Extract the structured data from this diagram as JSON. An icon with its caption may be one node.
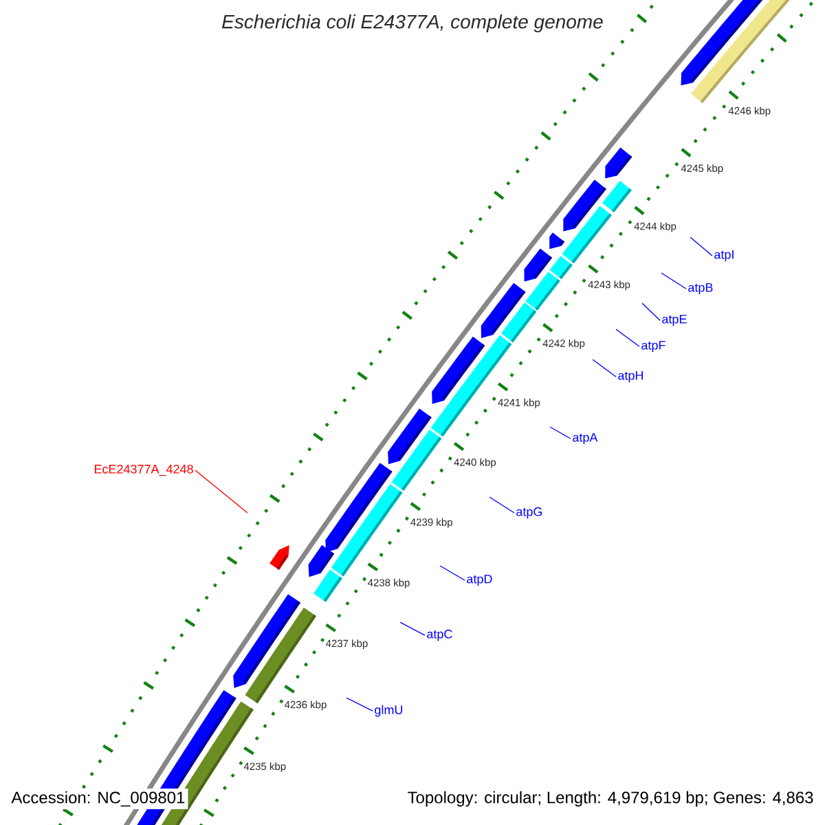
{
  "diagram": {
    "title": "Escherichia coli E24377A, complete genome",
    "nodes": [
      {
        "text": [
          "atpI"
        ]
      },
      {
        "text": [
          "atpB"
        ]
      },
      {
        "text": [
          "atpE"
        ]
      },
      {
        "text": [
          "atpF"
        ]
      },
      {
        "text": [
          "atpH"
        ]
      },
      {
        "text": [
          "atpA"
        ]
      },
      {
        "text": [
          "EcE24377A_4248"
        ]
      },
      {
        "text": [
          "atpG"
        ]
      },
      {
        "text": [
          "atpD"
        ]
      },
      {
        "text": [
          "atpC"
        ]
      },
      {
        "text": [
          "glmU"
        ]
      }
    ],
    "edges": [
      {
        "from": 0,
        "to": null,
        "arrow": "none"
      },
      {
        "from": 1,
        "to": null,
        "arrow": "none"
      },
      {
        "from": 2,
        "to": null,
        "arrow": "none"
      },
      {
        "from": 3,
        "to": null,
        "arrow": "none"
      },
      {
        "from": 4,
        "to": null,
        "arrow": "none"
      },
      {
        "from": 5,
        "to": null,
        "arrow": "none"
      },
      {
        "from": 6,
        "to": null,
        "arrow": "none",
        "color": "#ff0000"
      },
      {
        "from": 7,
        "to": null,
        "arrow": "none"
      },
      {
        "from": 8,
        "to": null,
        "arrow": "none"
      },
      {
        "from": 9,
        "to": null,
        "arrow": "none"
      },
      {
        "from": 10,
        "to": null,
        "arrow": "none"
      }
    ],
    "labels": [
      "4246 kbp",
      "4245 kbp",
      "4244 kbp",
      "4243 kbp",
      "4242 kbp",
      "4241 kbp",
      "4240 kbp",
      "4239 kbp",
      "4238 kbp",
      "4237 kbp",
      "4236 kbp",
      "4235 kbp",
      "Accession: NC_009801",
      "Topology: circular; Length: 4,979,619 bp; Genes: 4,863"
    ]
  }
}
